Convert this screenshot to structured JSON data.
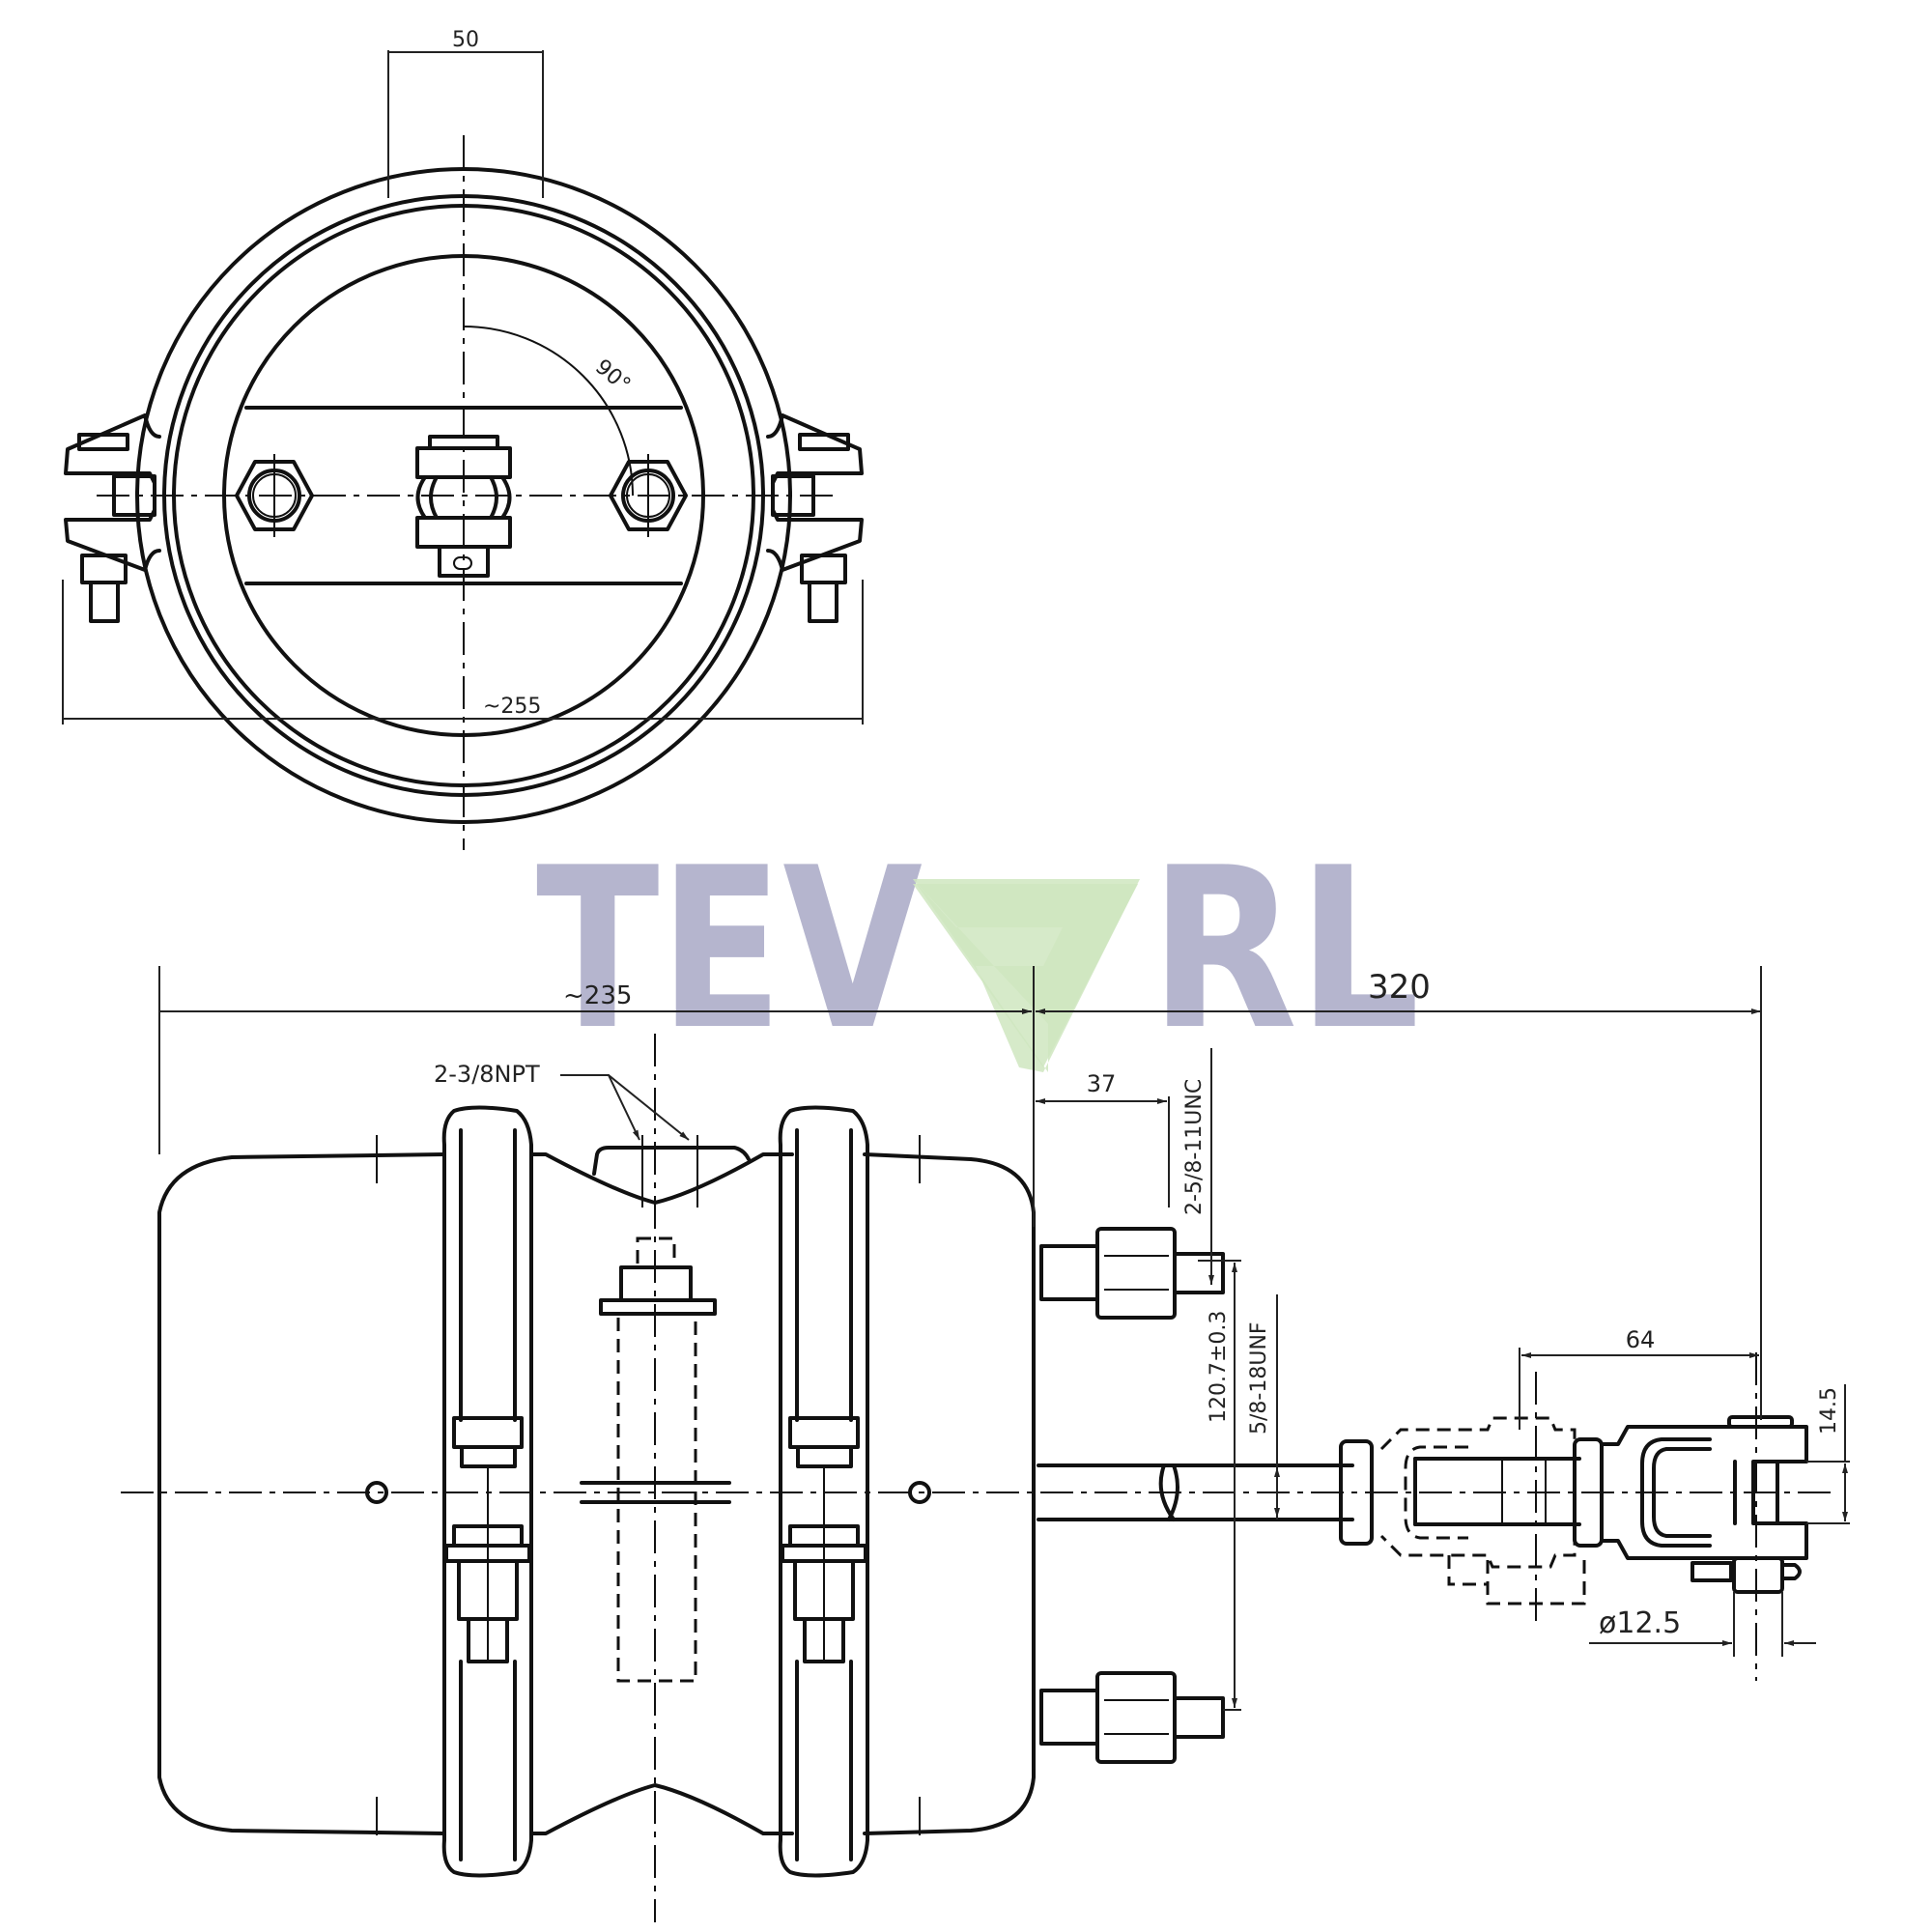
{
  "drawing": {
    "title": "Brake chamber technical drawing",
    "watermark": {
      "text_left": "TEV",
      "text_right": "RL",
      "text_color": "#a9a9c6",
      "logo_color": "#cfe6bf"
    },
    "top_view": {
      "dim_bolt_offset": "50",
      "dim_angle": "90°",
      "dim_overall_width": "~255"
    },
    "side_view": {
      "dim_body_length": "~235",
      "dim_overall_length": "320",
      "note_ports": "2-3/8NPT",
      "dim_stud_length": "37",
      "note_studs": "2-5/8-11UNC",
      "dim_stud_spacing": "120.7±0.3",
      "note_rod_thread": "5/8-18UNF",
      "dim_clevis_offset": "64",
      "dim_clevis_gap": "14.5",
      "dim_pin_diameter": "ø12.5"
    }
  }
}
